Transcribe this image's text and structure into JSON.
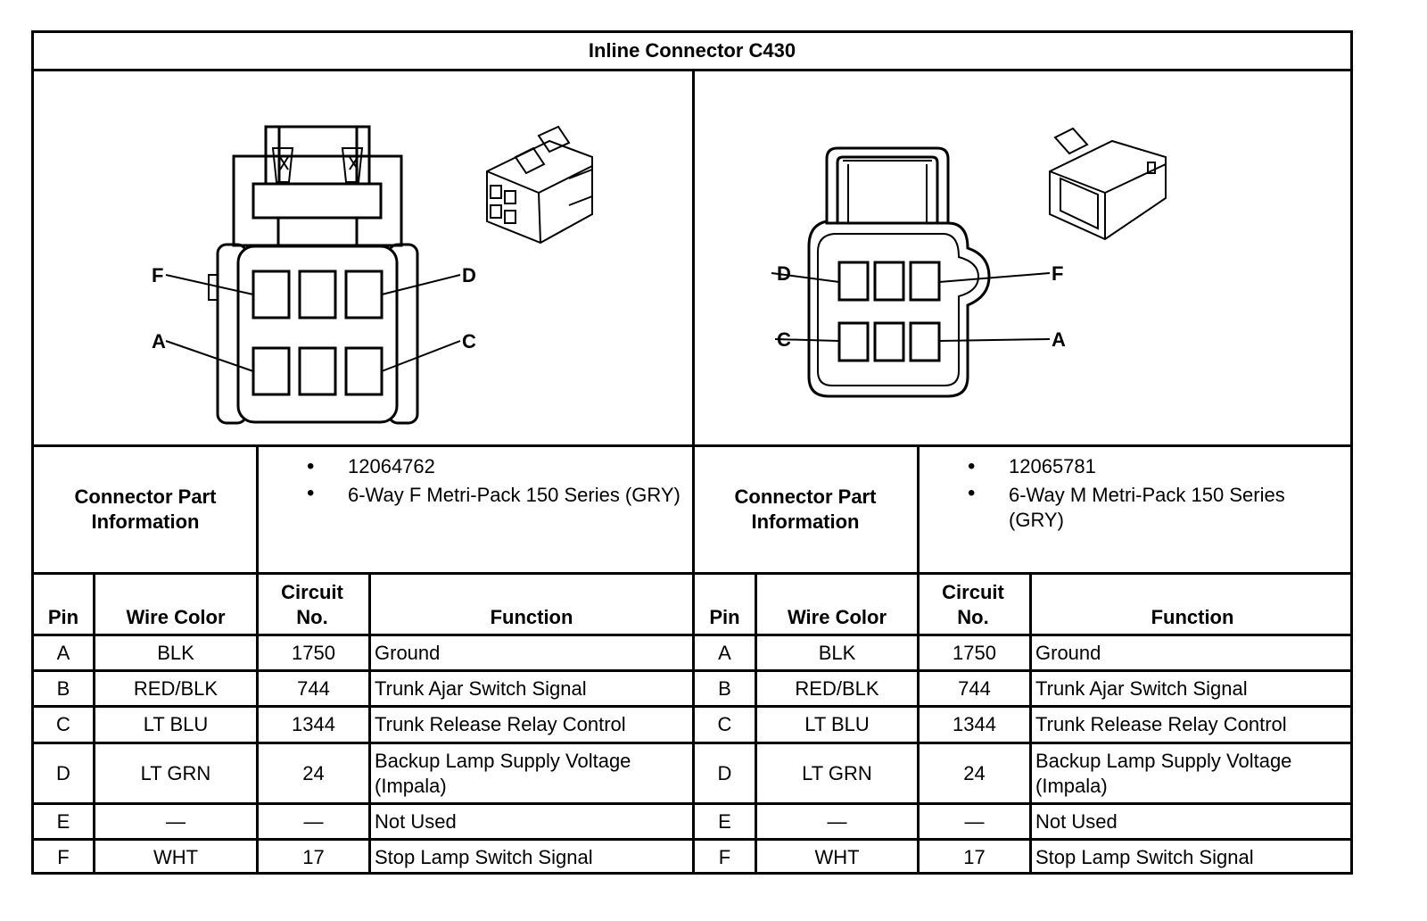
{
  "title": "Inline Connector C430",
  "pin_letters": {
    "A": "A",
    "B": "B",
    "C": "C",
    "D": "D",
    "E": "E",
    "F": "F"
  },
  "left": {
    "info_label": "Connector Part Information",
    "part_number": "12064762",
    "description": "6-Way F Metri-Pack 150 Series (GRY)",
    "headers": {
      "pin": "Pin",
      "wire_color": "Wire Color",
      "circuit": "Circuit No.",
      "function": "Function"
    },
    "rows": [
      {
        "pin": "A",
        "wire_color": "BLK",
        "circuit": "1750",
        "function": "Ground"
      },
      {
        "pin": "B",
        "wire_color": "RED/BLK",
        "circuit": "744",
        "function": "Trunk Ajar Switch Signal"
      },
      {
        "pin": "C",
        "wire_color": "LT BLU",
        "circuit": "1344",
        "function": "Trunk Release Relay Control"
      },
      {
        "pin": "D",
        "wire_color": "LT GRN",
        "circuit": "24",
        "function": "Backup Lamp Supply Voltage (Impala)"
      },
      {
        "pin": "E",
        "wire_color": "—",
        "circuit": "—",
        "function": "Not Used"
      },
      {
        "pin": "F",
        "wire_color": "WHT",
        "circuit": "17",
        "function": "Stop Lamp Switch Signal"
      }
    ]
  },
  "right": {
    "info_label": "Connector Part Information",
    "part_number": "12065781",
    "description": "6-Way M Metri-Pack 150 Series (GRY)",
    "headers": {
      "pin": "Pin",
      "wire_color": "Wire Color",
      "circuit": "Circuit No.",
      "function": "Function"
    },
    "rows": [
      {
        "pin": "A",
        "wire_color": "BLK",
        "circuit": "1750",
        "function": "Ground"
      },
      {
        "pin": "B",
        "wire_color": "RED/BLK",
        "circuit": "744",
        "function": "Trunk Ajar Switch Signal"
      },
      {
        "pin": "C",
        "wire_color": "LT BLU",
        "circuit": "1344",
        "function": "Trunk Release Relay Control"
      },
      {
        "pin": "D",
        "wire_color": "LT GRN",
        "circuit": "24",
        "function": "Backup Lamp Supply Voltage (Impala)"
      },
      {
        "pin": "E",
        "wire_color": "—",
        "circuit": "—",
        "function": "Not Used"
      },
      {
        "pin": "F",
        "wire_color": "WHT",
        "circuit": "17",
        "function": "Stop Lamp Switch Signal"
      }
    ]
  }
}
